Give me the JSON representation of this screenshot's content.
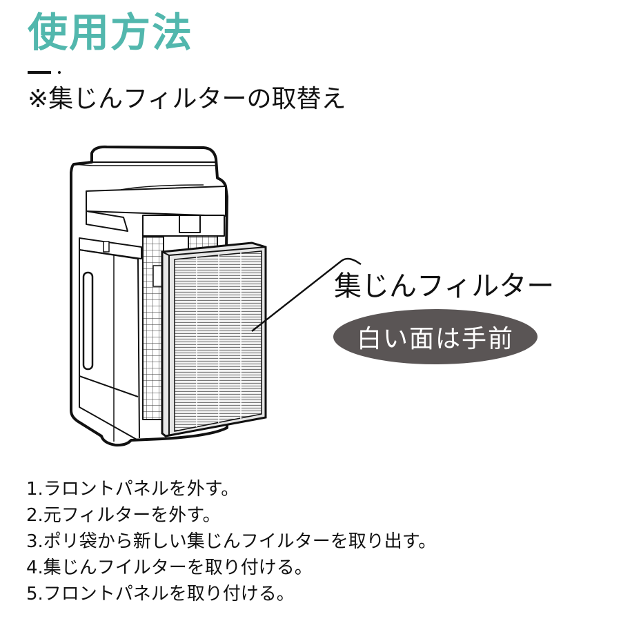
{
  "header": {
    "title": "使用方法",
    "title_color": "#52b7ad",
    "subtitle": "※集じんフィルターの取替え"
  },
  "illustration": {
    "subject": "air-purifier-with-dust-filter",
    "callout": {
      "label": "集じんフィルター",
      "badge": "白い面は手前",
      "badge_color": "#5a5555"
    }
  },
  "steps": [
    "1.ラロントパネルを外す。",
    "2.元フィルターを外す。",
    "3.ポリ袋から新しい集じんフイルターを取り出す。",
    "4.集じんフイルターを取り付ける。",
    "5.フロントパネルを取り付ける。"
  ]
}
